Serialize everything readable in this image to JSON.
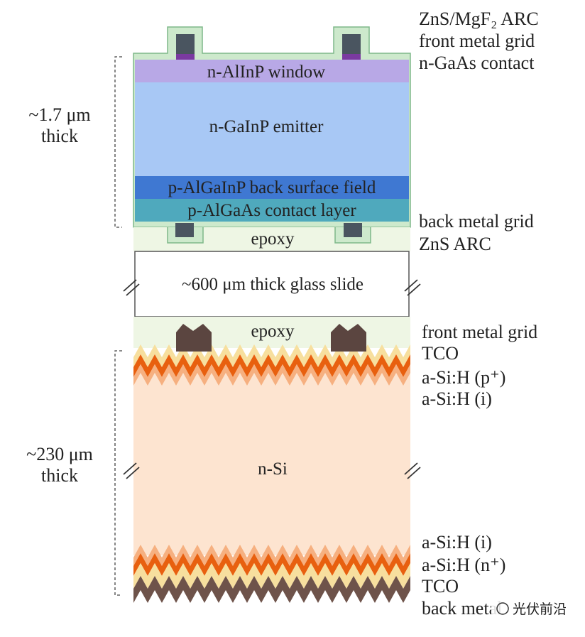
{
  "top_stack": {
    "layers": {
      "window": "n-AlInP window",
      "emitter": "n-GaInP emitter",
      "bsf": "p-AlGaInP back surface field",
      "contact_layer": "p-AlGaAs contact layer",
      "epoxy": "epoxy",
      "glass": "~600 μm thick glass slide"
    },
    "right_labels": {
      "arc": "ZnS/MgF₂ ARC",
      "front_grid": "front metal grid",
      "gaas_contact": "n-GaAs contact",
      "back_grid": "back metal grid",
      "zns_arc": "ZnS ARC"
    },
    "thickness": [
      "~1.7 μm",
      "thick"
    ]
  },
  "bottom_stack": {
    "layers": {
      "epoxy": "epoxy",
      "nsi": "n-Si"
    },
    "right_labels": {
      "front_grid": "front metal grid",
      "tco_top": "TCO",
      "asih_p": "a-Si:H (p⁺)",
      "asih_i_top": "a-Si:H (i)",
      "asih_i_bot": "a-Si:H (i)",
      "asih_n": "a-Si:H (n⁺)",
      "tco_bot": "TCO",
      "back_metal": "back metal"
    },
    "thickness": [
      "~230 μm",
      "thick"
    ]
  },
  "watermark": "光伏前沿",
  "colors": {
    "arc": "#cde9cc",
    "window": "#b8a8e6",
    "emitter": "#a8c8f5",
    "bsf": "#3f78d2",
    "contact_layer": "#4fa9bd",
    "metal": "#4a5560",
    "gaas": "#7a3aa0",
    "epoxy": "#eef6e4",
    "nsi": "#fde4d0",
    "tco": "#f7df9e",
    "asih_p": "#e8600f",
    "asih_i": "#f6b080",
    "back_metal": "#6e534a"
  }
}
